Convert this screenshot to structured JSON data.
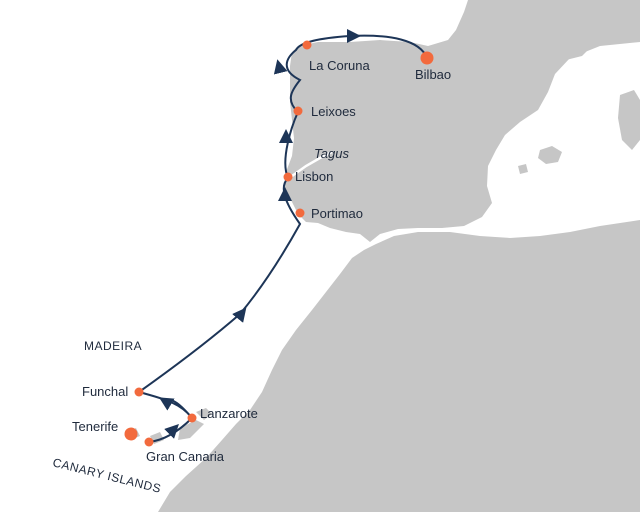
{
  "map": {
    "colors": {
      "land": "#c6c6c6",
      "sea": "#ffffff",
      "route": "#1d3557",
      "port": "#f26a3d",
      "text": "#1f2a3c"
    },
    "ports": [
      {
        "id": "bilbao",
        "name": "Bilbao",
        "type": "start-end"
      },
      {
        "id": "la-coruna",
        "name": "La Coruna",
        "type": "stop"
      },
      {
        "id": "leixoes",
        "name": "Leixoes",
        "type": "stop"
      },
      {
        "id": "lisbon",
        "name": "Lisbon",
        "type": "stop"
      },
      {
        "id": "portimao",
        "name": "Portimao",
        "type": "stop"
      },
      {
        "id": "funchal",
        "name": "Funchal",
        "type": "stop"
      },
      {
        "id": "lanzarote",
        "name": "Lanzarote",
        "type": "stop"
      },
      {
        "id": "tenerife",
        "name": "Tenerife",
        "type": "start-end"
      },
      {
        "id": "gran-canaria",
        "name": "Gran Canaria",
        "type": "stop"
      }
    ],
    "river": {
      "name": "Tagus"
    },
    "regions": [
      {
        "id": "madeira",
        "name": "MADEIRA"
      },
      {
        "id": "canary-islands",
        "name": "CANARY ISLANDS"
      }
    ]
  }
}
